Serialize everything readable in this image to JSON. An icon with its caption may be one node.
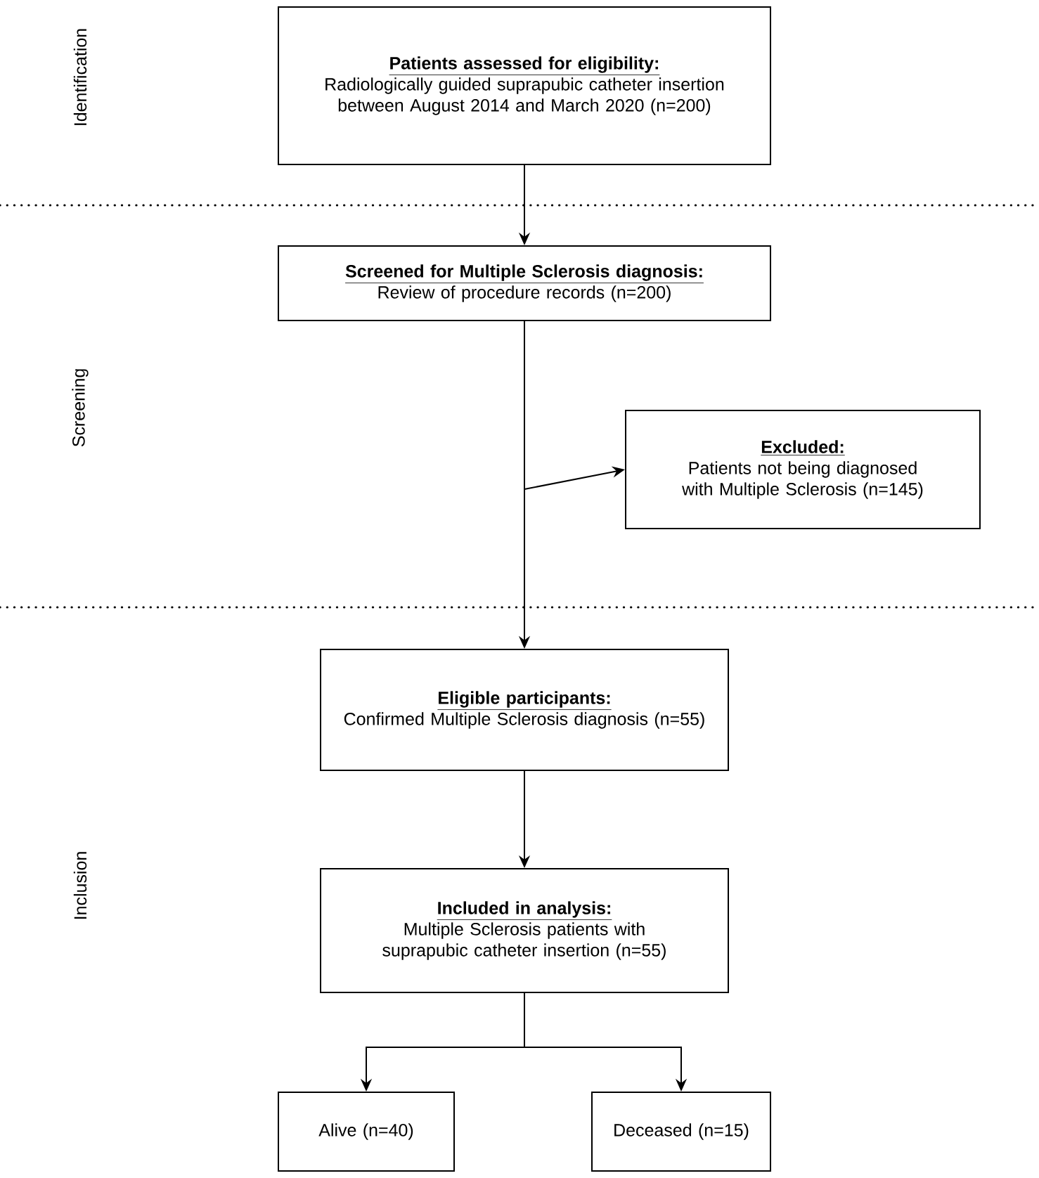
{
  "diagram": {
    "nodes": [
      {
        "text": [
          "Patients assessed for eligibility:",
          "Radiologically guided suprapubic catheter insertion between August 2014 and March 2020 (n=200)"
        ]
      },
      {
        "text": [
          "Screened for Multiple Sclerosis diagnosis:",
          "Review of procedure records (n=200)"
        ]
      },
      {
        "text": [
          "Excluded:",
          "Patients not being diagnosed with Multiple Sclerosis (n=145)"
        ]
      },
      {
        "text": [
          "Eligible participants:",
          "Confirmed Multiple Sclerosis diagnosis (n=55)"
        ]
      },
      {
        "text": [
          "Included in analysis:",
          "Multiple Sclerosis patients with suprapubic catheter insertion (n=55)"
        ]
      },
      {
        "text": [
          "Alive (n=40)"
        ]
      },
      {
        "text": [
          "Deceased (n=15)"
        ]
      }
    ],
    "edges": [
      {
        "from": 0,
        "to": 1,
        "arrow": "to"
      },
      {
        "from": 1,
        "to": 2,
        "arrow": "to"
      },
      {
        "from": 1,
        "to": 3,
        "arrow": "to"
      },
      {
        "from": 3,
        "to": 4,
        "arrow": "to"
      },
      {
        "from": 4,
        "to": 5,
        "arrow": "to"
      },
      {
        "from": 4,
        "to": 6,
        "arrow": "to"
      }
    ],
    "labels": [
      "Identification",
      "Screening",
      "Inclusion"
    ]
  }
}
